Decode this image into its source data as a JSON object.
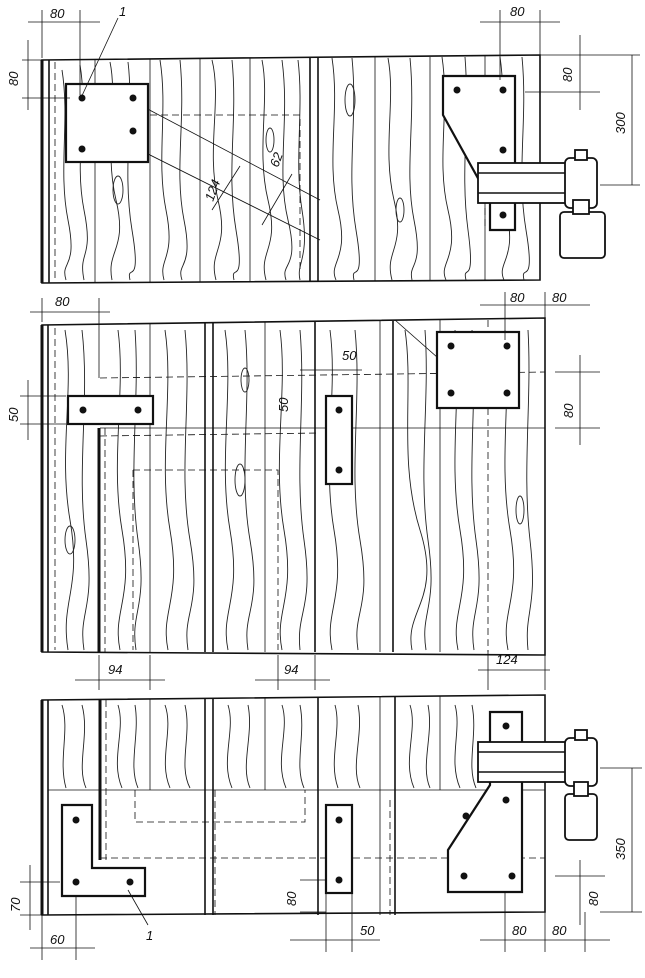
{
  "view1": {
    "callout": "1",
    "dims": {
      "top_left_80": "80",
      "left_80": "80",
      "top_right_80": "80",
      "right_80": "80",
      "right_300": "300",
      "diag_124": "124",
      "diag_62": "62"
    }
  },
  "view2": {
    "dims": {
      "top_left_80": "80",
      "left_50": "50",
      "mid_50_h": "50",
      "mid_50_v": "50",
      "right_80": "80",
      "top_right_80a": "80",
      "top_right_80b": "80",
      "bottom_94_left": "94",
      "bottom_94_right": "94",
      "bottom_124": "124"
    }
  },
  "view3": {
    "callout": "1",
    "dims": {
      "left_70": "70",
      "bottom_60": "60",
      "mid_80": "80",
      "bottom_50": "50",
      "right_350": "350",
      "right_80": "80",
      "bottom_80a": "80",
      "bottom_80b": "80"
    }
  },
  "colors": {
    "ink": "#111111",
    "paper": "#ffffff"
  }
}
